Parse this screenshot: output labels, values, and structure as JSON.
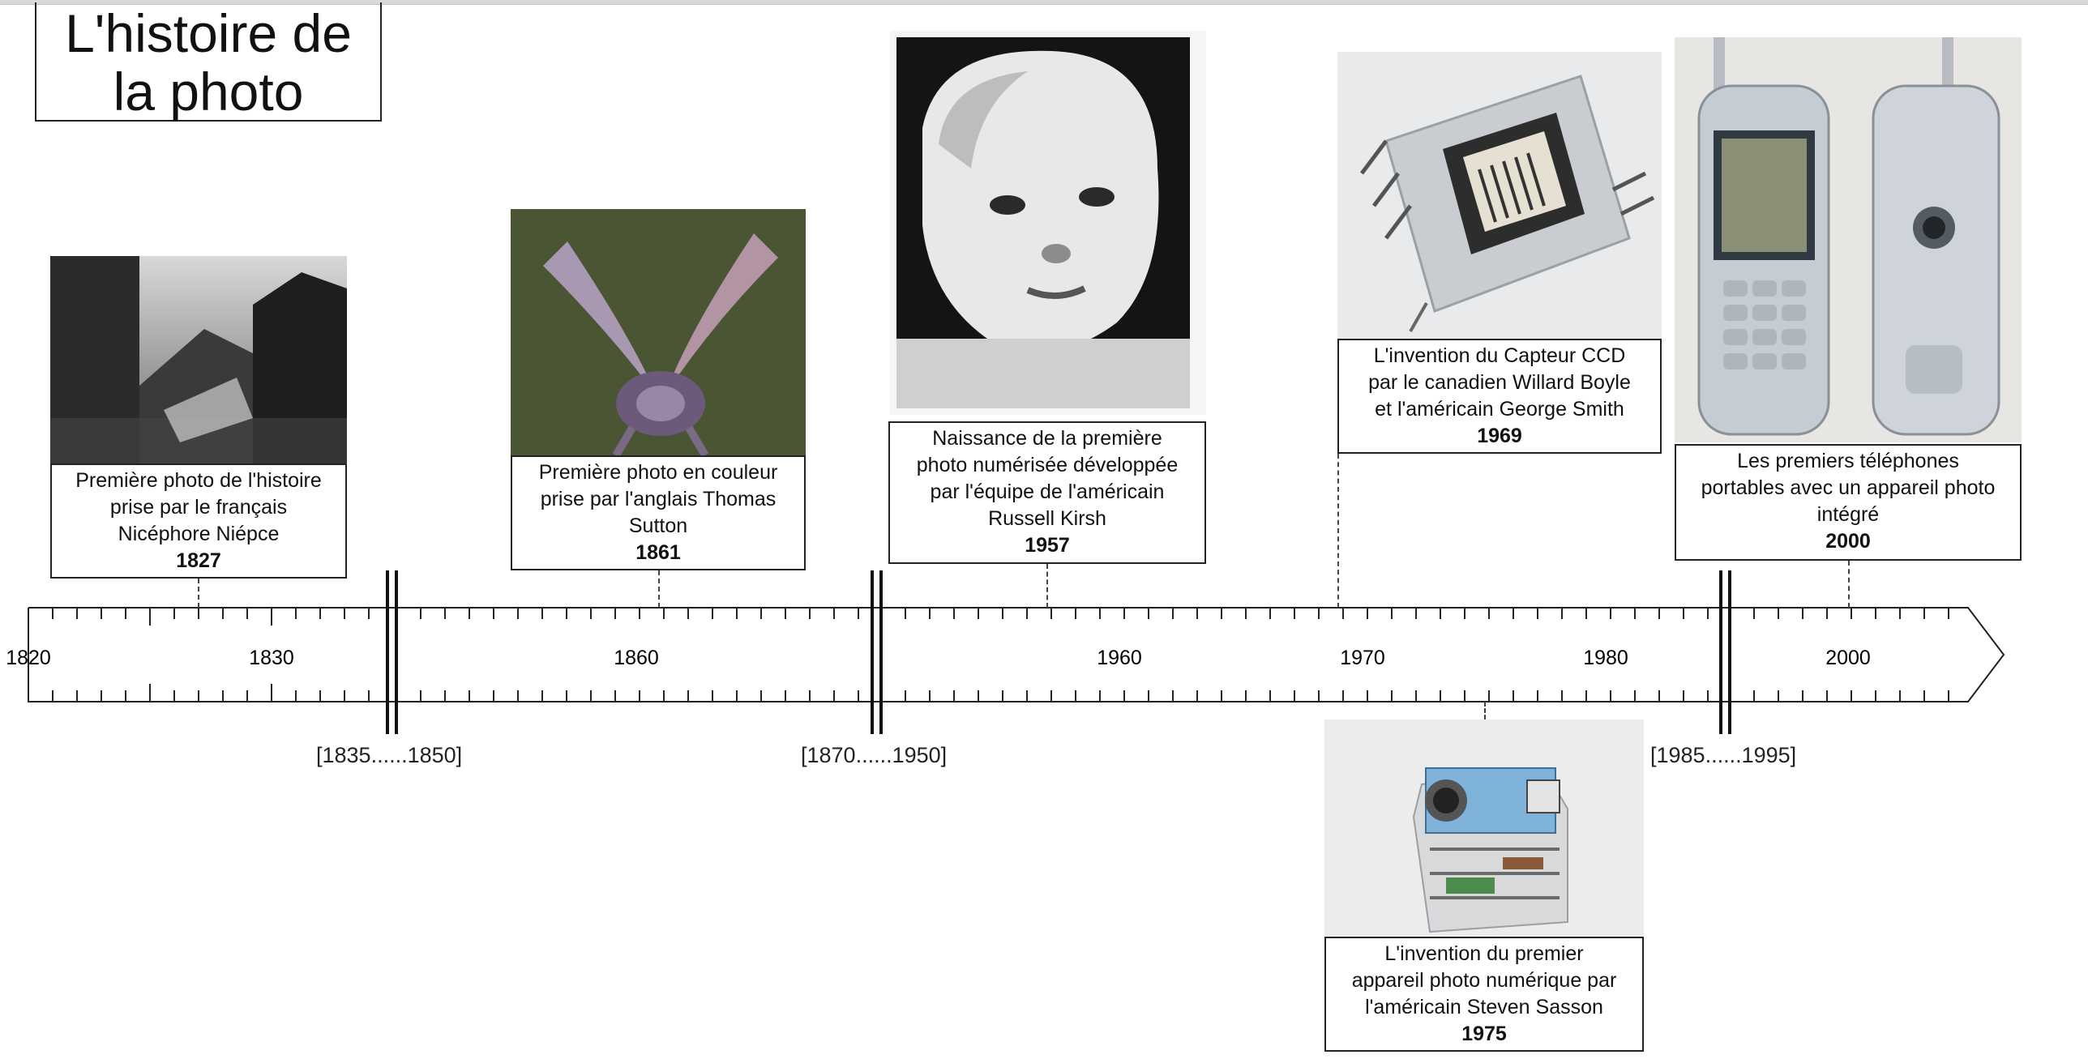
{
  "title": {
    "line1": "L'histoire de",
    "line2": "la photo"
  },
  "axis": {
    "tick_labels": [
      "1820",
      "1830",
      "1860",
      "1960",
      "1970",
      "1980",
      "2000"
    ],
    "breaks": [
      "[1835......1850]",
      "[1870......1950]",
      "[1985......1995]"
    ]
  },
  "events": [
    {
      "id": "niepce",
      "text": [
        "Première photo de l'histoire",
        "prise par le français",
        "Nicéphore Niépce"
      ],
      "year": "1827",
      "image": "first-photograph"
    },
    {
      "id": "sutton",
      "text": [
        "Première photo en couleur",
        "prise par l'anglais Thomas",
        "Sutton"
      ],
      "year": "1861",
      "image": "tartan-ribbon-color-photo"
    },
    {
      "id": "kirsh",
      "text": [
        "Naissance de la première",
        "photo numérisée développée",
        "par l'équipe de l'américain",
        "Russell Kirsh"
      ],
      "year": "1957",
      "image": "digitized-baby-photo"
    },
    {
      "id": "ccd",
      "text": [
        "L'invention du Capteur CCD",
        "par le canadien Willard Boyle",
        "et l'américain George Smith"
      ],
      "year": "1969",
      "image": "ccd-sensor"
    },
    {
      "id": "sasson",
      "text": [
        "L'invention du premier",
        "appareil photo numérique par",
        "l'américain Steven Sasson"
      ],
      "year": "1975",
      "image": "first-digital-camera"
    },
    {
      "id": "phones",
      "text": [
        "Les premiers téléphones",
        "portables avec un appareil photo",
        "intégré"
      ],
      "year": "2000",
      "image": "camera-phones"
    }
  ]
}
